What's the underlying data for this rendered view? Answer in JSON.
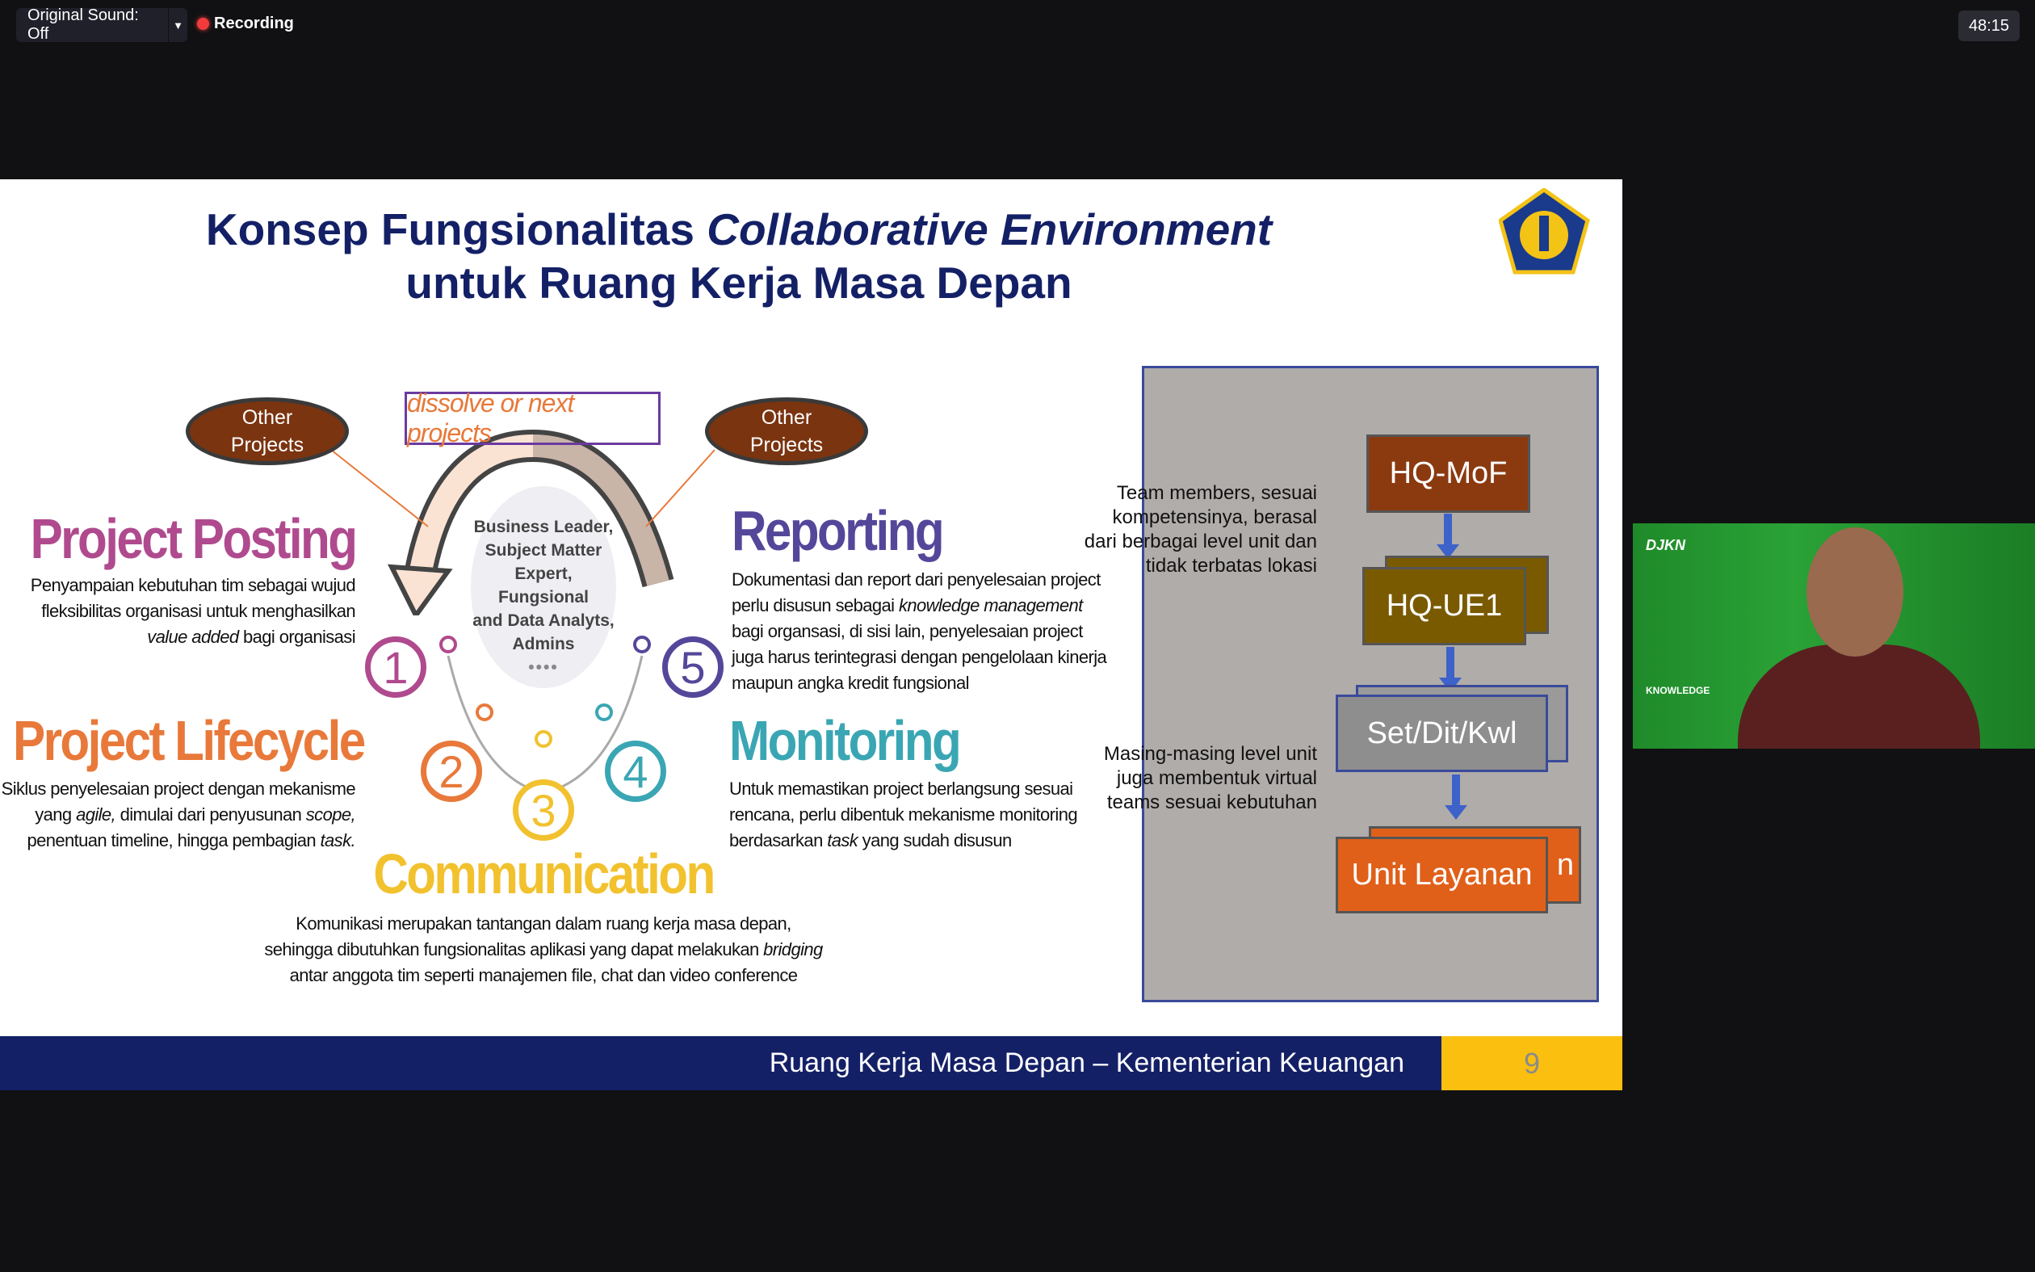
{
  "topbar": {
    "original_sound": "Original Sound: Off",
    "recording": "Recording",
    "timer": "48:15"
  },
  "slide": {
    "title_line1_a": "Konsep Fungsionalitas ",
    "title_line1_b": "Collaborative Environment",
    "title_line2": "untuk Ruang Kerja Masa Depan",
    "other_projects": [
      "Other",
      "Projects"
    ],
    "dissolve": "dissolve or next projects",
    "center": [
      "Business Leader,",
      "Subject Matter",
      "Expert, Fungsional",
      "and Data Analyts,",
      "Admins"
    ],
    "numbers": [
      "1",
      "2",
      "3",
      "4",
      "5"
    ],
    "posting": {
      "title": "Project Posting",
      "lines": [
        "Penyampaian kebutuhan tim sebagai wujud",
        "fleksibilitas organisasi untuk menghasilkan"
      ],
      "line3_i": "value added",
      "line3_b": " bagi organisasi"
    },
    "lifecycle": {
      "title": "Project Lifecycle",
      "l1": "Siklus penyelesaian project dengan mekanisme",
      "l2a": "yang ",
      "l2i": "agile,",
      "l2b": " dimulai dari penyusunan ",
      "l2i2": "scope,",
      "l3a": "penentuan timeline, hingga pembagian ",
      "l3i": "task."
    },
    "reporting": {
      "title": "Reporting",
      "l1": "Dokumentasi dan report dari penyelesaian project",
      "l2a": "perlu disusun sebagai ",
      "l2i": "knowledge management",
      "l3": "bagi organsasi, di sisi lain, penyelesaian project",
      "l4": "juga harus terintegrasi dengan pengelolaan kinerja",
      "l5": "maupun angka kredit fungsional"
    },
    "monitoring": {
      "title": "Monitoring",
      "l1": "Untuk memastikan project berlangsung sesuai",
      "l2": "rencana, perlu dibentuk mekanisme monitoring",
      "l3a": "berdasarkan ",
      "l3i": "task",
      "l3b": " yang sudah disusun"
    },
    "communication": {
      "title": "Communication",
      "l1": "Komunikasi merupakan tantangan dalam ruang kerja masa depan,",
      "l2a": "sehingga dibutuhkan fungsionalitas aplikasi yang dapat melakukan ",
      "l2i": "bridging",
      "l3": "antar anggota tim seperti manajemen file, chat dan video conference"
    },
    "panel": {
      "text1": "Team members, sesuai kompetensinya, berasal dari berbagai level unit dan tidak terbatas lokasi",
      "text2": "Masing-masing level unit juga membentuk virtual teams sesuai kebutuhan",
      "boxes": [
        "HQ-MoF",
        "HQ-UE1",
        "Set/Dit/Kwl",
        "Unit Layanan"
      ],
      "back_letter": "n"
    },
    "footer": {
      "text": "Ruang Kerja Masa Depan – Kementerian Keuangan",
      "page": "9"
    }
  },
  "video": {
    "brand": "DJKN",
    "caption": "KNOWLEDGE"
  },
  "colors": {
    "navy": "#142066",
    "yellow": "#fbbf10",
    "c1": "#b04a8e",
    "c2": "#e8793a",
    "c3": "#f2c12e",
    "c4": "#3aa6b4",
    "c5": "#54479a"
  }
}
